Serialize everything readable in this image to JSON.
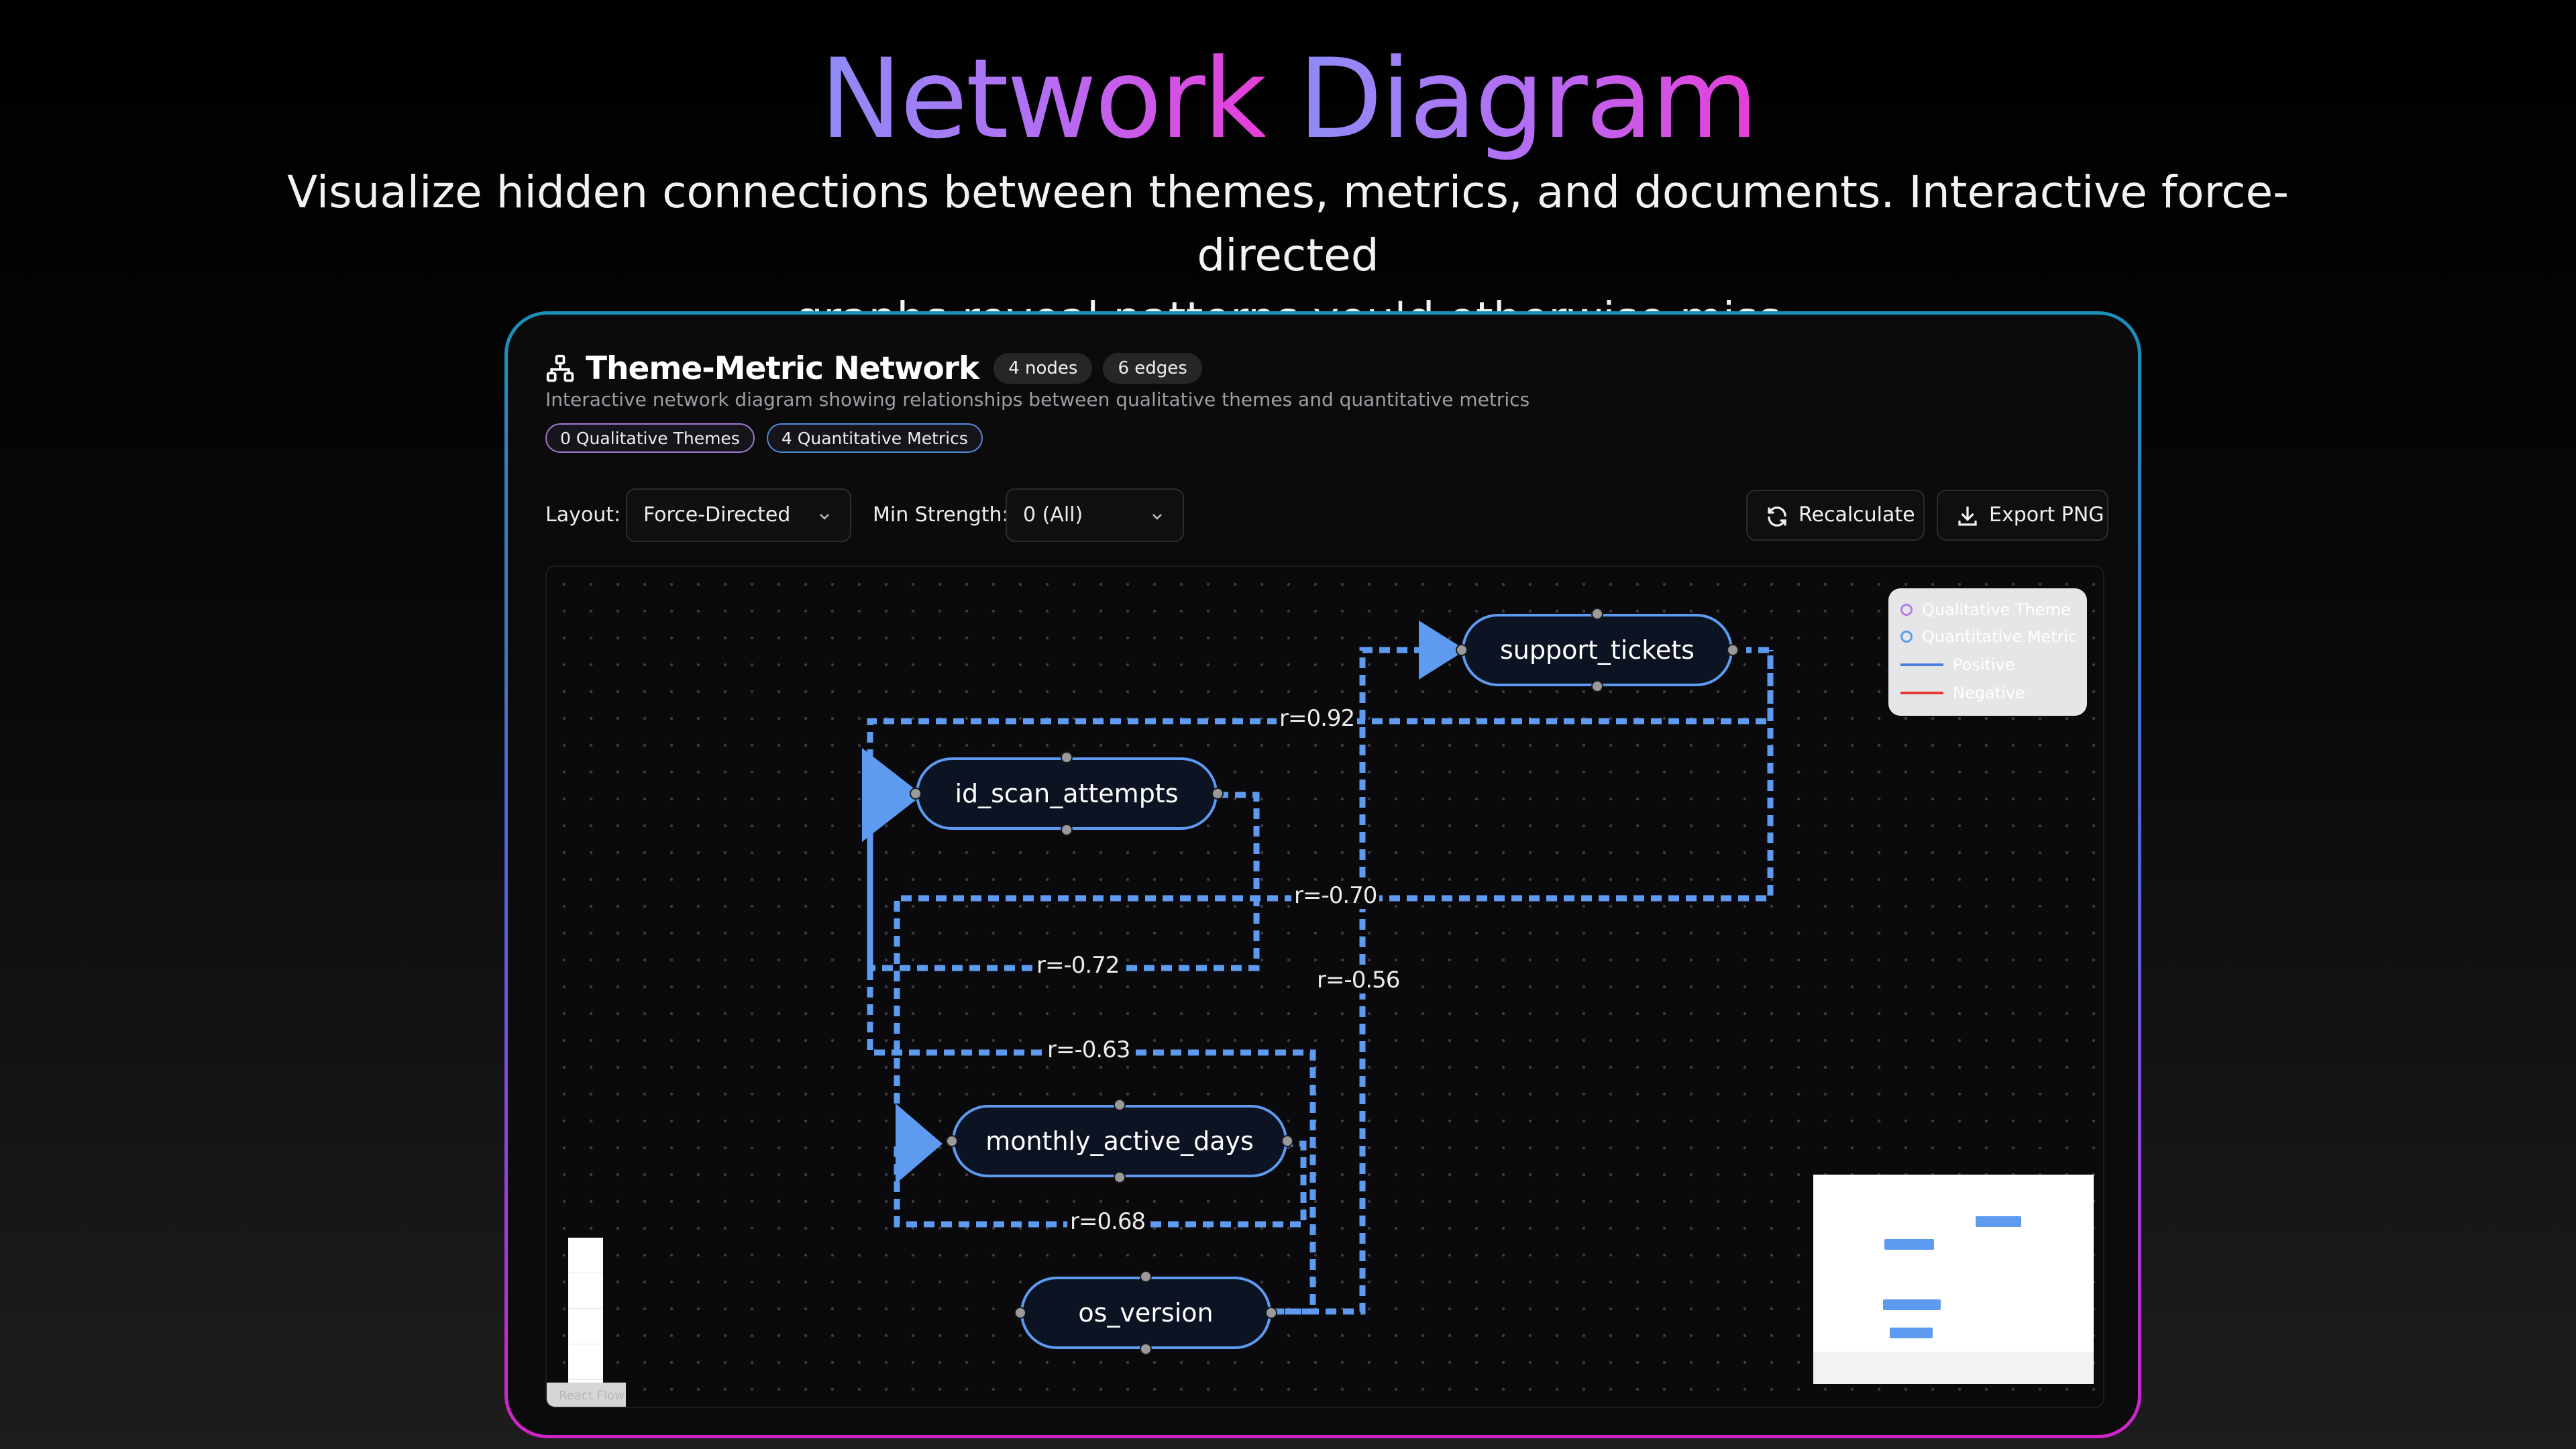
{
  "hero": {
    "title_plain": "Network",
    "title_accent": "Diagram",
    "subtitle_line1": "Visualize hidden connections between themes, metrics, and documents. Interactive force-directed",
    "subtitle_line2": "graphs reveal patterns you'd otherwise miss"
  },
  "card": {
    "icon": "network-icon",
    "title": "Theme-Metric Network",
    "nodes_badge": "4 nodes",
    "edges_badge": "6 edges",
    "description": "Interactive network diagram showing relationships between qualitative themes and quantitative metrics",
    "themes_pill": "0 Qualitative Themes",
    "metrics_pill": "4 Quantitative Metrics"
  },
  "controls": {
    "layout_label": "Layout:",
    "layout_value": "Force-Directed",
    "strength_label": "Min Strength:",
    "strength_value": "0 (All)",
    "recalculate_label": "Recalculate",
    "export_label": "Export PNG"
  },
  "graph": {
    "nodes": [
      {
        "id": "support_tickets",
        "label": "support_tickets"
      },
      {
        "id": "id_scan_attempts",
        "label": "id_scan_attempts"
      },
      {
        "id": "monthly_active_days",
        "label": "monthly_active_days"
      },
      {
        "id": "os_version",
        "label": "os_version"
      }
    ],
    "edges": [
      {
        "label": "r=0.92",
        "r": 0.92
      },
      {
        "label": "r=-0.70",
        "r": -0.7
      },
      {
        "label": "r=-0.72",
        "r": -0.72
      },
      {
        "label": "r=-0.56",
        "r": -0.56
      },
      {
        "label": "r=-0.63",
        "r": -0.63
      },
      {
        "label": "r=0.68",
        "r": 0.68
      }
    ],
    "edge_color": "#5e9bf0"
  },
  "legend": {
    "theme_label": "Qualitative Theme",
    "metric_label": "Quantitative Metric",
    "positive_label": "Positive",
    "negative_label": "Negative",
    "theme_color": "#b57ee7",
    "metric_color": "#5e9bf0",
    "positive_color": "#4a7fe0",
    "negative_color": "#e53935"
  },
  "canvas": {
    "attribution": "React Flow"
  }
}
